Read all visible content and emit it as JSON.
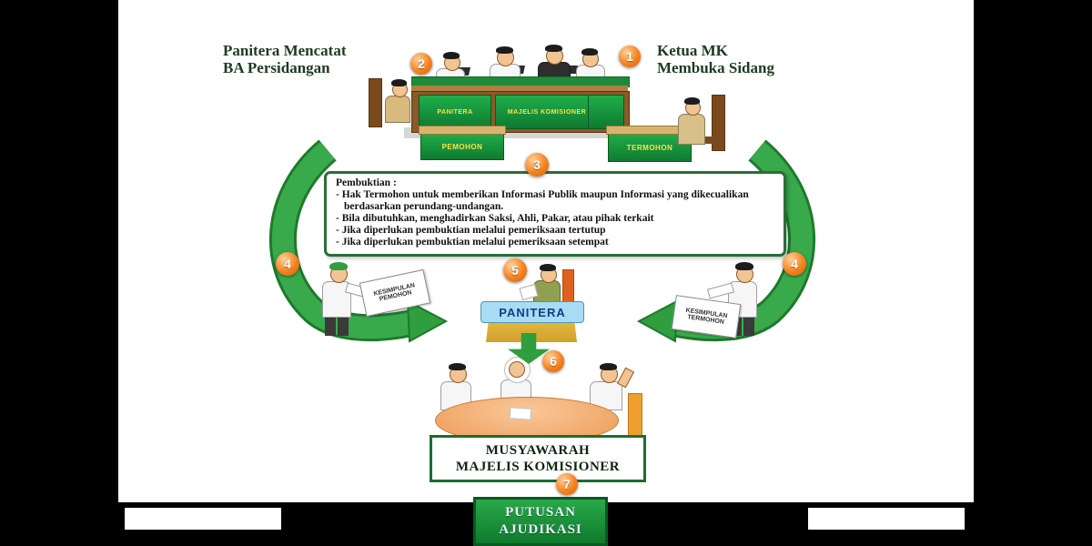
{
  "slide": {
    "notes": {
      "left": {
        "badge": "2",
        "line1": "Panitera Mencatat",
        "line2": "BA Persidangan"
      },
      "right": {
        "badge": "1",
        "line1": "Ketua MK",
        "line2": "Membuka Sidang"
      }
    },
    "courtroom": {
      "panel_panitera": "PANITERA",
      "panel_majelis": "MAJELIS KOMISIONER",
      "desk_pemohon": "PEMOHON",
      "desk_termohon": "TERMOHON"
    },
    "badges": {
      "step3": "3",
      "step4_left": "4",
      "step4_right": "4",
      "step5": "5",
      "step6": "6",
      "step7": "7"
    },
    "pembuktian": {
      "title": "Pembuktian :",
      "bullets": [
        "- Hak Termohon untuk memberikan Informasi Publik maupun Informasi yang dikecualikan berdasarkan perundang-undangan.",
        "- Bila dibutuhkan, menghadirkan Saksi, Ahli, Pakar, atau pihak terkait",
        "- Jika diperlukan pembuktian melalui pemeriksaan tertutup",
        "- Jika diperlukan pembuktian melalui pemeriksaan setempat"
      ]
    },
    "signs": {
      "left": "KESIMPULAN PEMOHON",
      "right": "KESIMPULAN TERMOHON"
    },
    "panitera_station": "PANITERA",
    "musyawarah": {
      "line1": "MUSYAWARAH",
      "line2": "MAJELIS KOMISIONER"
    },
    "putusan": {
      "line1": "PUTUSAN",
      "line2": "AJUDIKASI"
    },
    "colors": {
      "background": "#000000",
      "arrow_green": "#2f9e3f",
      "badge_orange": "#f58220",
      "panel_green": "#169b3e",
      "label_yellow": "#ffe14a",
      "ribbon_blue": "#a8dcf2",
      "putusan_green": "#18953c"
    }
  }
}
